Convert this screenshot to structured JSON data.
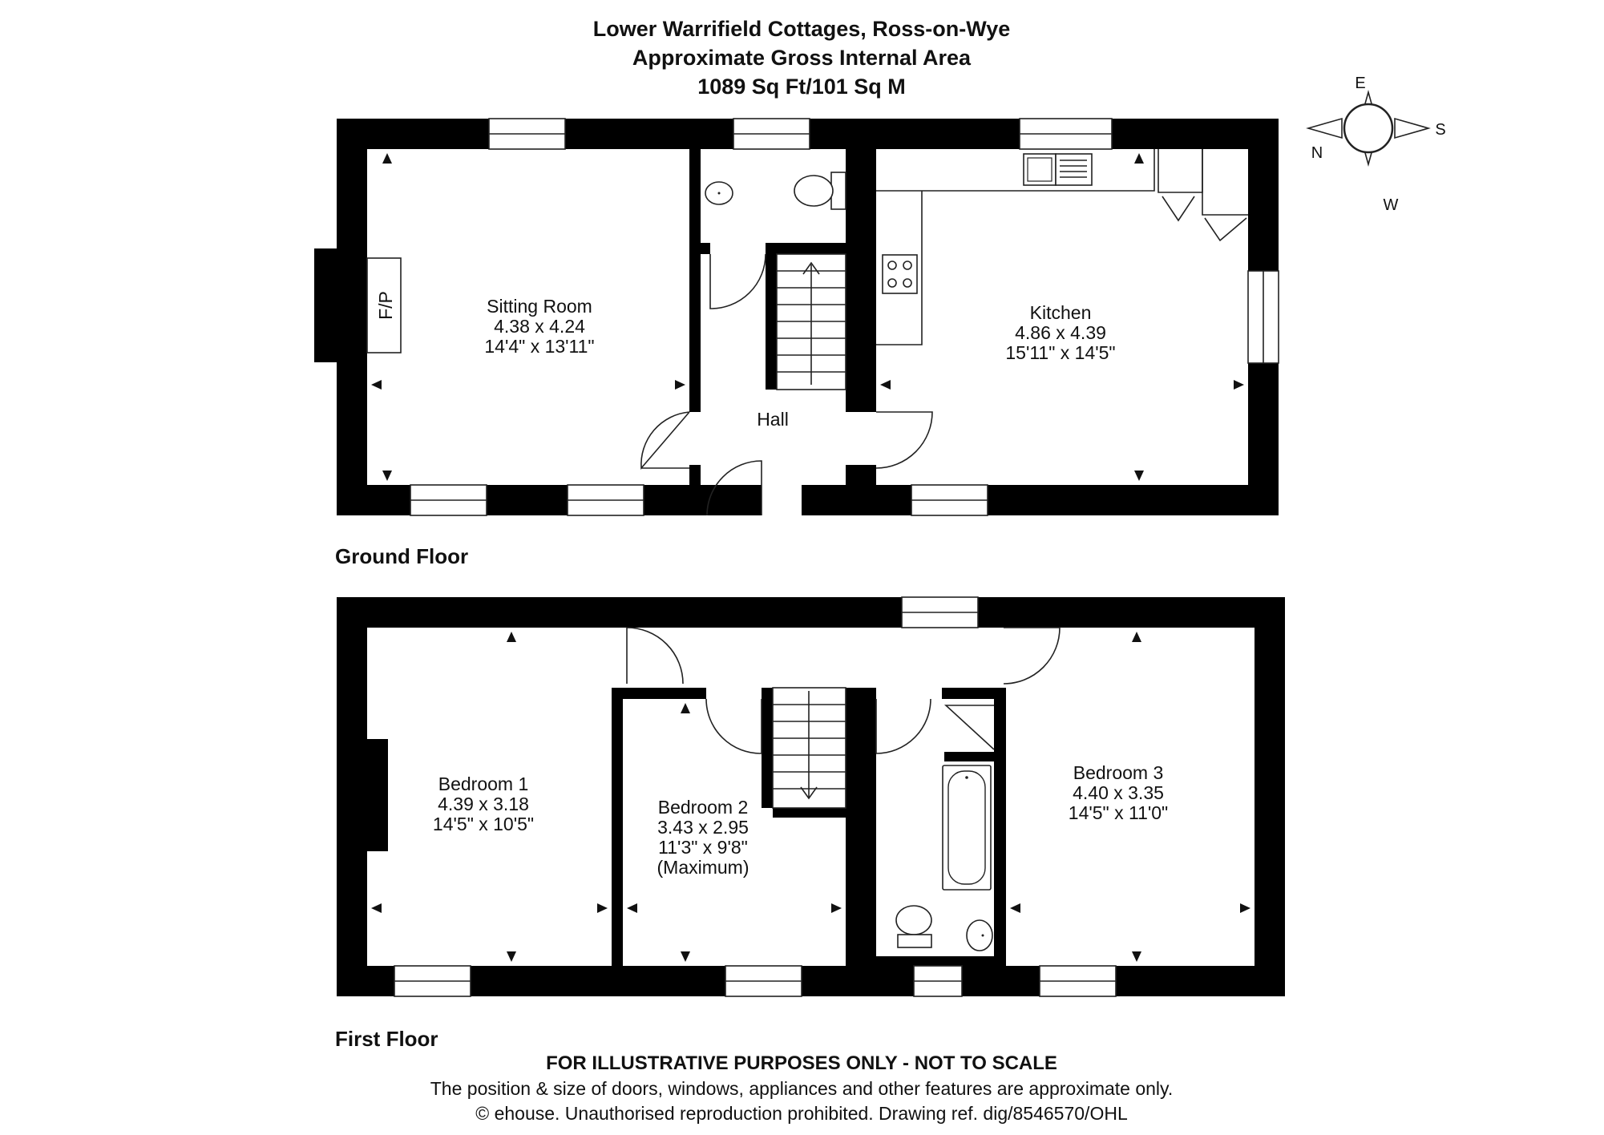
{
  "title": {
    "line1": "Lower Warrifield Cottages, Ross-on-Wye",
    "line2": "Approximate Gross Internal Area",
    "line3": "1089 Sq Ft/101 Sq M"
  },
  "compass": {
    "north": "N",
    "east": "E",
    "south": "S",
    "west": "W"
  },
  "floors": {
    "ground": {
      "label": "Ground Floor",
      "sitting_room": {
        "name": "Sitting Room",
        "metric": "4.38 x 4.24",
        "imperial": "14'4\" x 13'11\""
      },
      "fireplace": "F/P",
      "hall": "Hall",
      "kitchen": {
        "name": "Kitchen",
        "metric": "4.86 x 4.39",
        "imperial": "15'11\" x 14'5\""
      }
    },
    "first": {
      "label": "First Floor",
      "bedroom1": {
        "name": "Bedroom 1",
        "metric": "4.39 x 3.18",
        "imperial": "14'5\" x 10'5\""
      },
      "bedroom2": {
        "name": "Bedroom 2",
        "metric": "3.43 x 2.95",
        "imperial": "11'3\" x 9'8\"",
        "note": "(Maximum)"
      },
      "bedroom3": {
        "name": "Bedroom 3",
        "metric": "4.40 x 3.35",
        "imperial": "14'5\" x 11'0\""
      }
    }
  },
  "disclaimer": {
    "heading": "FOR ILLUSTRATIVE PURPOSES ONLY - NOT TO SCALE",
    "line1": "The position & size of doors, windows, appliances and other features are approximate only.",
    "line2": "© ehouse. Unauthorised reproduction prohibited. Drawing ref. dig/8546570/OHL"
  }
}
